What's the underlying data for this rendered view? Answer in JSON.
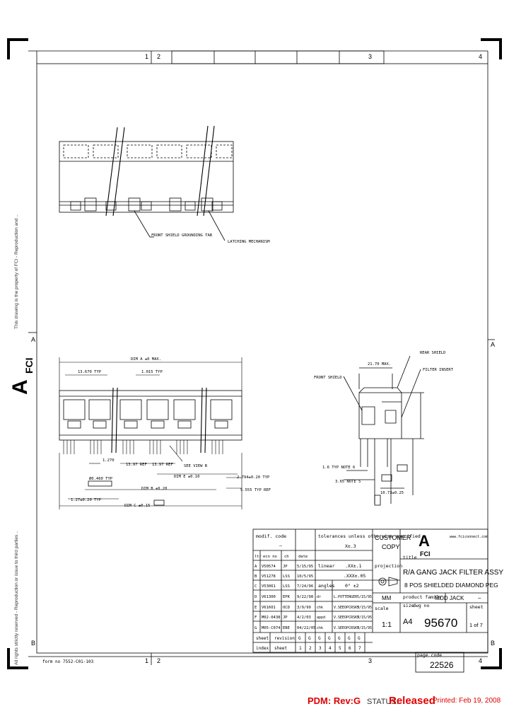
{
  "zones": {
    "top": [
      "1",
      "2",
      "3",
      "4"
    ],
    "bottom": [
      "1",
      "2",
      "3",
      "4"
    ],
    "left": [
      "A",
      "B"
    ],
    "right": [
      "A",
      "B"
    ]
  },
  "side_text": {
    "left_upper": "This drawing is the property of FCI - Reproduction and ..",
    "left_lower": "All rights strictly reserved - Reproduction or issue to third parties ..",
    "logo_letter": "A",
    "logo_word": "FCI"
  },
  "callouts": {
    "front_shield_grounding": "FRONT SHIELD GROUNDING TAB",
    "latching": "LATCHING MECHANISM",
    "rear_shield": "REAR SHIELD",
    "filter_insert": "FILTER INSERT",
    "front_shield": "FRONT SHIELD",
    "see_view_b": "SEE VIEW B"
  },
  "dims": {
    "dim_a": "DIM A ±0 MAX.",
    "d13670": "13.670 TYP",
    "d1015": "1.015 TYP",
    "d1270": "1.270",
    "d1397a": "13.97 REF",
    "d1397b": "13.97 REF",
    "dim_e": "DIM E ±0.10",
    "d2794": "2.794±0.20 TYP",
    "d5555": "5.555 TYP REF",
    "d0460": "Ø0.460 TYP",
    "dim_b": "DIM B ±0.20",
    "d127": "1.27±0.20 TYP",
    "dim_c": "DIM C ±0.15",
    "d2170": "21.70 MAX.",
    "note6": "1.6 TYP NOTE 6",
    "note5": "3.65 NOTE 5",
    "d1073": "10.73±0.25"
  },
  "title_block": {
    "modif_code": "modif. code",
    "dash": "–",
    "tolerances": "tolerances unless otherwise specified",
    "customer_copy": "CUSTOMER COPY",
    "logo": "FCI",
    "website": "www.fciconnect.com",
    "linear": "linear",
    "tol1": "X±.3",
    "tol2": ".XX±.1",
    "tol3": ".XXX±.05",
    "angles": "angles",
    "tol4": "0° ±2",
    "projection": "projection",
    "title_label": "title",
    "title1": "R/A GANG JACK FILTER ASSY",
    "title2": "8 POS SHIELDED DIAMOND PEG",
    "product_family_label": "product family",
    "product_family": "MOD JACK",
    "size": "size",
    "dwg_no_label": "dwg no",
    "size_val": "A4",
    "dwg_no": "95670",
    "sheet_label": "sheet",
    "sheet_val": "1 of 7",
    "scale_label": "scale",
    "scale_val": "1:1",
    "units": "MM",
    "page_code_label": "page code",
    "page_code": "22526",
    "header": [
      "ltr",
      "ecn no",
      "ch",
      "date"
    ],
    "revisions": [
      [
        "A",
        "V50574",
        "JP",
        "5/15/95"
      ],
      [
        "B",
        "V51278",
        "LSS",
        "10/5/95"
      ],
      [
        "C",
        "V53061",
        "LSS",
        "7/24/96"
      ],
      [
        "D",
        "V61300",
        "EPK",
        "9/22/98"
      ],
      [
        "E",
        "V61601",
        "OCD",
        "3/9/99"
      ],
      [
        "F",
        "M02-0438",
        "JP",
        "4/2/03"
      ],
      [
        "G",
        "M05-C074",
        "EBE",
        "04/22/05"
      ]
    ],
    "approvals": [
      [
        "dr",
        "L.POTTENGER",
        "5/15/95"
      ],
      [
        "chk",
        "V.SEEOPCRSKY",
        "5/15/95"
      ],
      [
        "appd",
        "V.SEEOPCRSKY",
        "5/15/95"
      ],
      [
        "chk",
        "V.SEEOPCRSKY",
        "5/15/95"
      ]
    ],
    "sheet_row_label": "sheet",
    "revision_row_label": "revision",
    "index_row_label": "index",
    "sheet_row_label2": "sheet",
    "sheet_revs": [
      "G",
      "G",
      "G",
      "G",
      "G",
      "G",
      "G"
    ],
    "index_nums": [
      "1",
      "2",
      "3",
      "4",
      "5",
      "6",
      "7"
    ]
  },
  "form_no": "form no 7552-C01-103",
  "footer": {
    "pdm": "PDM: Rev:G",
    "status_label": "STATUS:",
    "status_value": "Released",
    "printed": "Printed: Feb 19, 2008"
  }
}
